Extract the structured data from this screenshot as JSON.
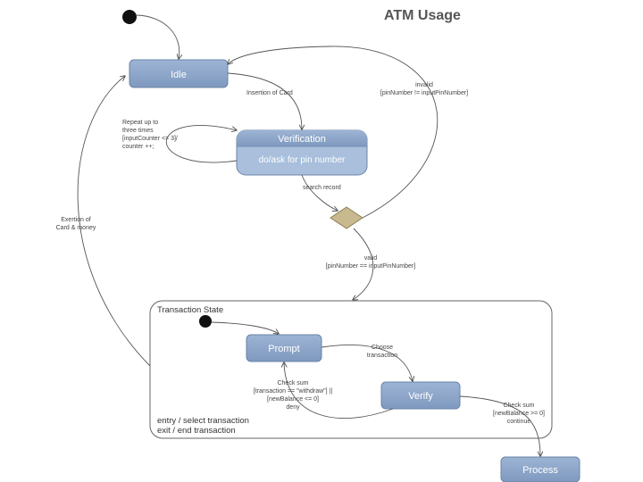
{
  "title": "ATM Usage",
  "states": {
    "idle": "Idle",
    "verification": "Verification",
    "verification_activity": "do/ask for pin number",
    "transaction_state": "Transaction State",
    "prompt": "Prompt",
    "verify": "Verify",
    "process": "Process"
  },
  "transaction_actions": {
    "entry": "entry / select transaction",
    "exit": "exit / end transaction"
  },
  "transitions": {
    "insertion": "Insertion of Card",
    "repeat": [
      "Repeat up to",
      "three times",
      "[inputCounter <= 3]/",
      "counter ++;"
    ],
    "search_record": "search record",
    "invalid": [
      "invalid",
      "[pinNumber != inputPinNumber]"
    ],
    "valid": [
      "valid",
      "[pinNumber == inputPinNumber]"
    ],
    "exertion": [
      "Exertion of",
      "Card & money"
    ],
    "choose": [
      "Choose",
      "transaction"
    ],
    "check_sum_deny": [
      "Check sum",
      "[transaction == \"withdraw\"] ||",
      "[newBalance <= 0]",
      "deny"
    ],
    "check_sum_continue": [
      "Check sum",
      "[newBalance >= 0]",
      "continue"
    ]
  },
  "colors": {
    "state_fill": "#8ca5c8",
    "state_stroke": "#6a84a8",
    "verification_body": "#a9bfdc",
    "decision_fill": "#c8b98e",
    "edge": "#555555"
  }
}
